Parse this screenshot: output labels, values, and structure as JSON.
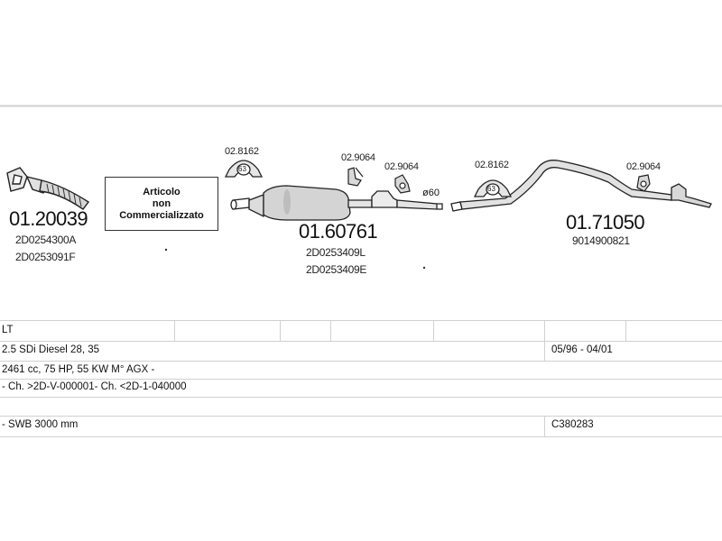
{
  "diagram": {
    "parts": {
      "front_pipe": {
        "code": "01.20039",
        "oem_numbers": [
          "2D0254300A",
          "2D0253091F"
        ]
      },
      "not_sold_notice": [
        "Articolo",
        "non",
        "Commercializzato"
      ],
      "middle_silencer": {
        "code": "01.60761",
        "oem_numbers": [
          "2D0253409L",
          "2D0253409E"
        ]
      },
      "rear_silencer": {
        "code": "01.71050",
        "oem_numbers": [
          "9014900821"
        ]
      }
    },
    "fittings": {
      "clamp_1": {
        "code": "02.8162",
        "size": "63"
      },
      "mount_1": {
        "code": "02.9064"
      },
      "mount_2": {
        "code": "02.9064"
      },
      "clamp_2": {
        "code": "02.8162",
        "size": "63"
      },
      "mount_3": {
        "code": "02.9064"
      }
    },
    "diameter_label": "ø60"
  },
  "vehicle_table": {
    "model": "LT",
    "engine": "2.5 SDi Diesel 28, 35",
    "production_period": "05/96 - 04/01",
    "specs": "2461 cc, 75 HP, 55 KW M° AGX -",
    "chassis": "- Ch. >2D-V-000001- Ch. <2D-1-040000",
    "wheelbase": "- SWB 3000 mm",
    "catalog_code": "C380283"
  }
}
